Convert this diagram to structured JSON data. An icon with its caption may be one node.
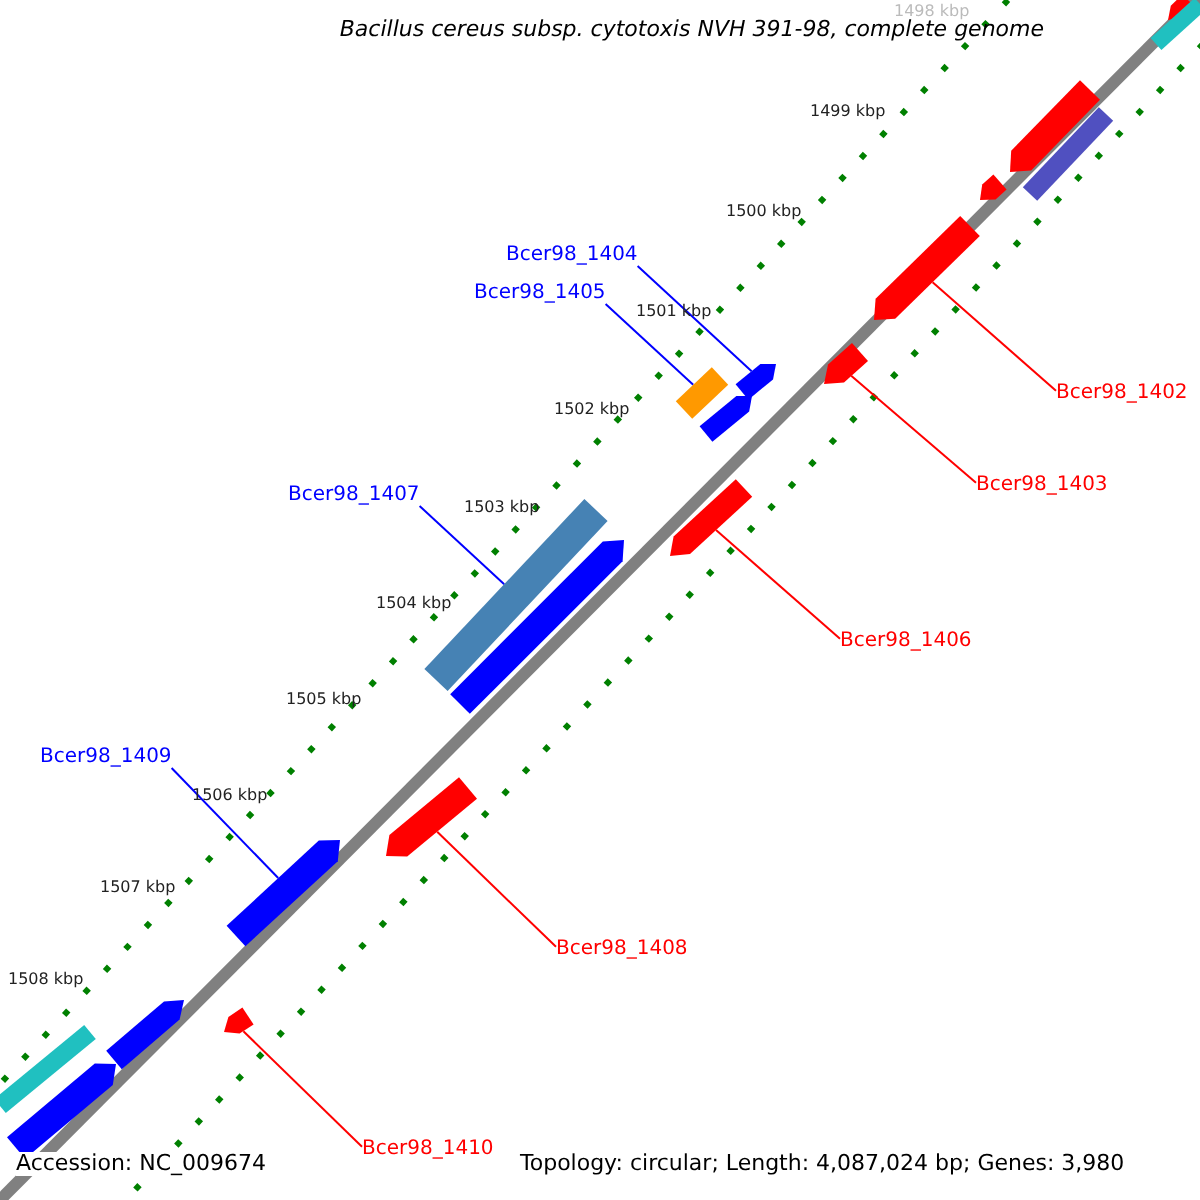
{
  "diagram": {
    "title": "Bacillus cereus subsp. cytotoxis NVH 391-98, complete genome",
    "nodes": [
      {
        "text": [
          "Bcer98_1404"
        ]
      },
      {
        "text": [
          "Bcer98_1405"
        ]
      },
      {
        "text": [
          "Bcer98_1402"
        ]
      },
      {
        "text": [
          "Bcer98_1403"
        ]
      },
      {
        "text": [
          "Bcer98_1407"
        ]
      },
      {
        "text": [
          "Bcer98_1406"
        ]
      },
      {
        "text": [
          "Bcer98_1409"
        ]
      },
      {
        "text": [
          "Bcer98_1408"
        ]
      },
      {
        "text": [
          "Bcer98_1410"
        ]
      },
      {
        "text": [],
        "shape": "arrow"
      },
      {
        "text": [],
        "shape": "bar"
      },
      {
        "text": [],
        "shape": "arrow"
      },
      {
        "text": [],
        "shape": "bar"
      },
      {
        "text": [],
        "shape": "arrow"
      },
      {
        "text": [],
        "shape": "arrow"
      },
      {
        "text": [],
        "shape": "arrow"
      },
      {
        "text": [],
        "shape": "arrow"
      },
      {
        "text": [],
        "shape": "bar"
      },
      {
        "text": [],
        "shape": "arrow"
      },
      {
        "text": [],
        "shape": "arrow"
      },
      {
        "text": [],
        "shape": "bar"
      },
      {
        "text": [],
        "shape": "arrow"
      },
      {
        "text": [],
        "shape": "arrow"
      },
      {
        "text": [],
        "shape": "arrow"
      },
      {
        "text": [],
        "shape": "arrow"
      },
      {
        "text": [],
        "shape": "arrow"
      },
      {
        "text": [],
        "shape": "bar"
      },
      {
        "text": [],
        "shape": "arrow"
      }
    ],
    "edges": [
      {
        "from": 0,
        "to": 16,
        "arrow": "none",
        "color": "#0000ff"
      },
      {
        "from": 1,
        "to": 17,
        "arrow": "none",
        "color": "#0000ff"
      },
      {
        "from": 2,
        "to": 14,
        "arrow": "none"
      },
      {
        "from": 3,
        "to": 15,
        "arrow": "none"
      },
      {
        "from": 4,
        "to": 20,
        "arrow": "none",
        "color": "#0000ff"
      },
      {
        "from": 5,
        "to": 19,
        "arrow": "none"
      },
      {
        "from": 6,
        "to": 23,
        "arrow": "none",
        "color": "#0000ff"
      },
      {
        "from": 7,
        "to": 22,
        "arrow": "none"
      },
      {
        "from": 8,
        "to": 24,
        "arrow": "none"
      }
    ],
    "labels": [
      "1498 kbp",
      "1499 kbp",
      "1500 kbp",
      "1501 kbp",
      "1502 kbp",
      "1503 kbp",
      "1504 kbp",
      "1505 kbp",
      "1506 kbp",
      "1507 kbp",
      "1508 kbp",
      "Accession: NC_009674",
      "Topology: circular; Length: 4,087,024 bp; Genes: 3,980"
    ]
  }
}
